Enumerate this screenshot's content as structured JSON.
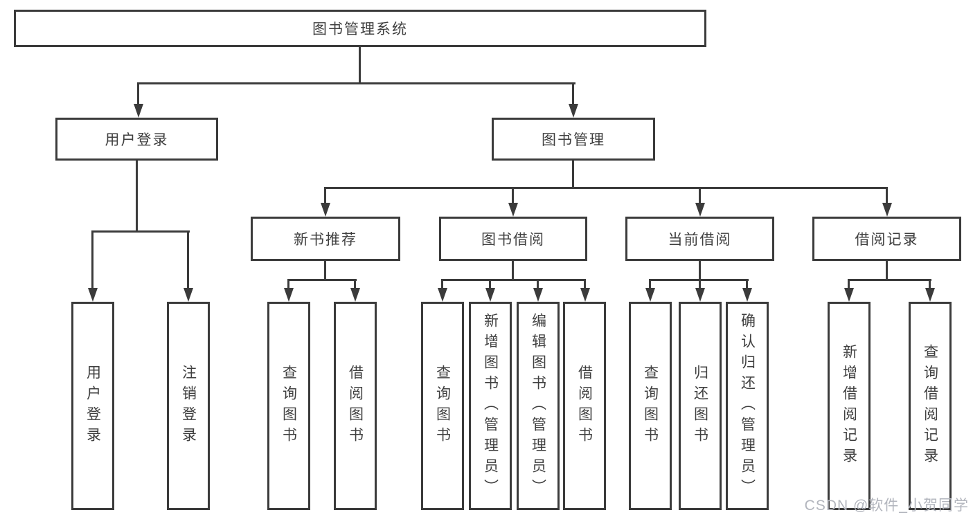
{
  "colors": {
    "line": "#3b3b3b",
    "text": "#3f3f3f",
    "background": "#ffffff",
    "watermark": "#b2b5bd"
  },
  "diagram": {
    "root": "图书管理系统",
    "branches": [
      {
        "label": "用户登录",
        "children": [
          "用户登录",
          "注销登录"
        ]
      },
      {
        "label": "图书管理",
        "children": [
          {
            "label": "新书推荐",
            "children": [
              "查询图书",
              "借阅图书"
            ]
          },
          {
            "label": "图书借阅",
            "children": [
              "查询图书",
              "新增图书（管理员）",
              "编辑图书（管理员）",
              "借阅图书"
            ]
          },
          {
            "label": "当前借阅",
            "children": [
              "查询图书",
              "归还图书",
              "确认归还（管理员）"
            ]
          },
          {
            "label": "借阅记录",
            "children": [
              "新增借阅记录",
              "查询借阅记录"
            ]
          }
        ]
      }
    ]
  },
  "watermark": "CSDN @软件_小贺同学"
}
